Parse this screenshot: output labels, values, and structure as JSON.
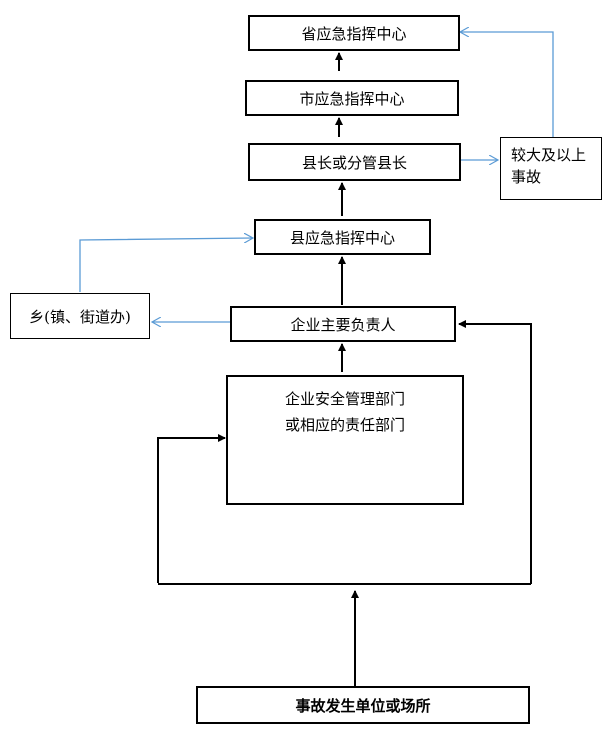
{
  "colors": {
    "black_line": "#000000",
    "blue_line": "#5b9bd5"
  },
  "nodes": {
    "provincial": "省应急指挥中心",
    "municipal": "市应急指挥中心",
    "county_head": "县长或分管县长",
    "county_center": "县应急指挥中心",
    "enterprise_head": "企业主要负责人",
    "safety_dept_line1": "企业安全管理部门",
    "safety_dept_line2": "或相应的责任部门",
    "township": "乡(镇、街道办)",
    "major_line1": "较大及以上",
    "major_line2": "事故",
    "accident_site": "事故发生单位或场所"
  }
}
